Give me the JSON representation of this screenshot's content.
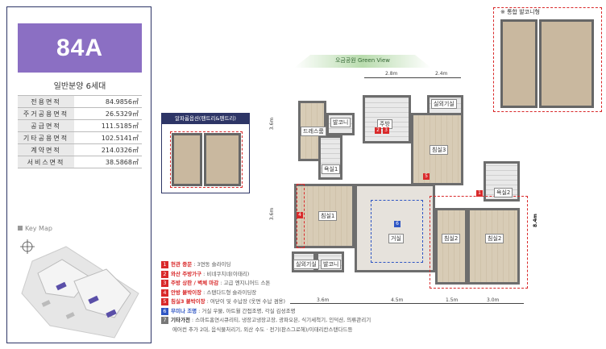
{
  "unit_type": "84A",
  "units_label": "일반분양 6세대",
  "areas": [
    {
      "label": "전용면적",
      "value": "84.9856㎡"
    },
    {
      "label": "주거공용면적",
      "value": "26.5329㎡"
    },
    {
      "label": "공급면적",
      "value": "111.5185㎡"
    },
    {
      "label": "기타공용면적",
      "value": "102.5141㎡"
    },
    {
      "label": "계약면적",
      "value": "214.0326㎡"
    },
    {
      "label": "서비스면적",
      "value": "38.5868㎡"
    }
  ],
  "keymap_label": "Key Map",
  "view_label": "오금공원 Green View",
  "inset_title": "알파룸옵션(팬트리&펜트리)",
  "balcony_title": "※ 통합 발코니형",
  "dimensions": {
    "top": [
      "2.8m",
      "2.4m"
    ],
    "bottom": [
      "3.6m",
      "4.5m",
      "1.5m",
      "3.0m"
    ],
    "left": [
      "3.6m",
      "3.6m"
    ],
    "right": "8.4m"
  },
  "rooms": {
    "dress": "드레스룸",
    "balcony1": "발코니",
    "kitchen": "주방",
    "utility": "실외기실",
    "bath1": "욕실1",
    "bed3": "침실3",
    "bath2": "욕실2",
    "bed1": "침실1",
    "living": "거실",
    "bed2": "침실2",
    "bed2b": "침실2",
    "utility2": "실외기실",
    "balcony2": "발코니"
  },
  "legend": [
    {
      "n": "1",
      "color": "red",
      "title": "현관 중문",
      "desc": ": 3연동 슬라이딩"
    },
    {
      "n": "2",
      "color": "red",
      "title": "와산 주방가구",
      "desc": ": 비네쿠치네(이태리)"
    },
    {
      "n": "3",
      "color": "red",
      "title": "주방 상판 / 벽체 마감",
      "desc": ": 고급 엔지니어드 스톤"
    },
    {
      "n": "4",
      "color": "red",
      "title": "안방 붙박이장",
      "desc": ": 스탠다드형 슬라이딩장"
    },
    {
      "n": "5",
      "color": "red",
      "title": "침실3 붙박이장",
      "desc": ": 여닫이 및 수납장 (옷면 수납 겸용)"
    },
    {
      "n": "6",
      "color": "blue",
      "title": "무미나 조명",
      "desc": ": 거실 우물, 아트월 간접조명, 각실 김성조명"
    },
    {
      "n": "7",
      "color": "gray",
      "title": "기타가전",
      "desc": ": 스마트홈연시큐리티, 냉장고냉장고장, 광파오븐, 식기세척기, 인덕션, 의류관리기"
    },
    {
      "n": "",
      "color": "none",
      "title": "",
      "desc": "에어컨 추가 2대, 음식물처리기, 외산 수도 · 전기(판스그로헤)/이태리칸스탠다드등"
    }
  ]
}
